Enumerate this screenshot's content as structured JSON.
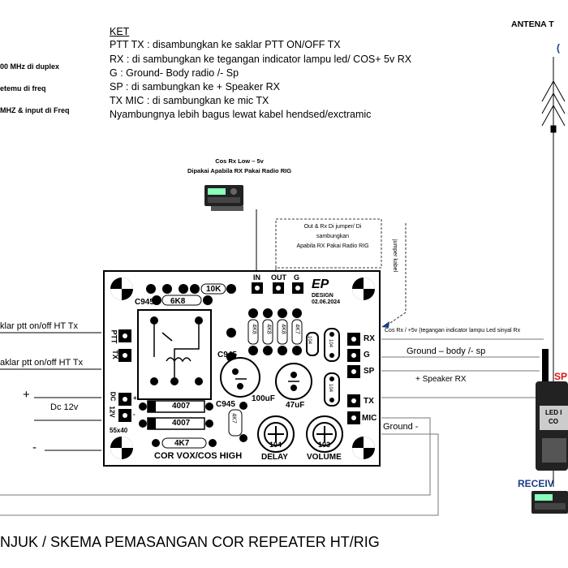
{
  "ket": {
    "title": "KET",
    "lines": [
      "PTT TX  : disambungkan ke saklar PTT ON/OFF TX",
      "RX         : di sambungkan ke tegangan indicator lampu led/ COS+ 5v RX",
      "G           : Ground- Body radio /- Sp",
      "SP          : di sambungkan ke + Speaker RX",
      "TX MIC : di sambungkan ke mic TX",
      "Nyambungnya lebih bagus lewat kabel hendsed/exctramic"
    ]
  },
  "side_notes": [
    "00 MHz di duplex",
    "etemu di freq",
    " MHZ & input di Freq"
  ],
  "antenna_label": "ANTENA T",
  "antenna_sub": "( ",
  "cos_note": {
    "line1": "Cos Rx  Low – 5v",
    "line2": "Dipakai Apabila RX Pakai Radio RIG"
  },
  "jumper_note": {
    "line1": "Out & Rx Di jumper/ Di",
    "line2": "sambungkan",
    "line3": "Apabila RX Pakai Radio RIG"
  },
  "jumper_cable": "jumper kabel",
  "left_labels": {
    "ptt1": "klar ptt on/off HT Tx",
    "ptt2": "aklar ptt on/off HT Tx",
    "plus": "+",
    "dc": "Dc 12v",
    "minus": "-"
  },
  "right_labels": {
    "rx": "Cos Rx / +5v (tegangan indicator lampu Led sinyal Rx",
    "ground": "Ground –  body /- sp",
    "speaker": "+ Speaker RX",
    "ground2": "Ground -"
  },
  "radio": {
    "top_text": "SP",
    "screen1": "LED I",
    "screen2": "CO"
  },
  "receiver_label": "RECEIV",
  "bottom_title": "NJUK / SKEMA PEMASANGAN COR REPEATER HT/RIG",
  "pcb": {
    "c945_1": "C945",
    "r6k8": "6K8",
    "r10k": "10K",
    "in": "IN",
    "out": "OUT",
    "g": "G",
    "ep": "EP",
    "design": "DESIGN",
    "date": "02.06.2024",
    "r4k8_1": "4K8",
    "r4k8_2": "4K8",
    "r4k8_3": "4K8",
    "r4k7": "4K7",
    "c945_2": "C945",
    "c104_1": "104",
    "c104_2": "104",
    "c104_3": "104",
    "ptt": "PTT",
    "tx": "TX",
    "rx": "RX",
    "g_pin": "G",
    "sp": "SP",
    "c100uf": "100uF",
    "c47uf": "47uF",
    "d4007_1": "4007",
    "d4007_2": "4007",
    "c945_3": "C945",
    "dc": "DC",
    "v12": "12V",
    "size": "55x40",
    "plus": "+",
    "minus": "-",
    "r4k7_2": "4K7",
    "r4k7_3": "4K7",
    "r104": "104",
    "r103": "103",
    "txmic_tx": "TX",
    "txmic_mic": "MIC",
    "cor": "COR VOX/COS HIGH",
    "delay": "DELAY",
    "volume": "VOLUME"
  }
}
